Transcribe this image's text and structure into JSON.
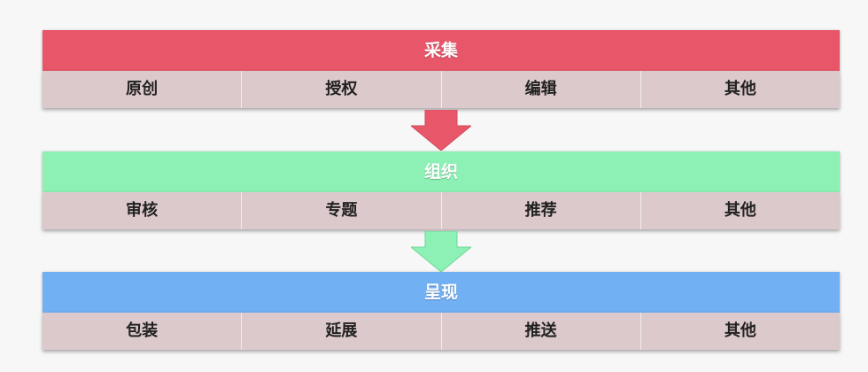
{
  "stages": [
    {
      "title": "采集",
      "color": "#e8566a",
      "items": [
        "原创",
        "授权",
        "编辑",
        "其他"
      ]
    },
    {
      "title": "组织",
      "color": "#8df0b4",
      "items": [
        "审核",
        "专题",
        "推荐",
        "其他"
      ]
    },
    {
      "title": "呈现",
      "color": "#72b0f4",
      "items": [
        "包装",
        "延展",
        "推送",
        "其他"
      ]
    }
  ],
  "arrows": [
    {
      "from": "采集",
      "to": "组织",
      "color": "#e8566a"
    },
    {
      "from": "组织",
      "to": "呈现",
      "color": "#8df0b4"
    }
  ]
}
